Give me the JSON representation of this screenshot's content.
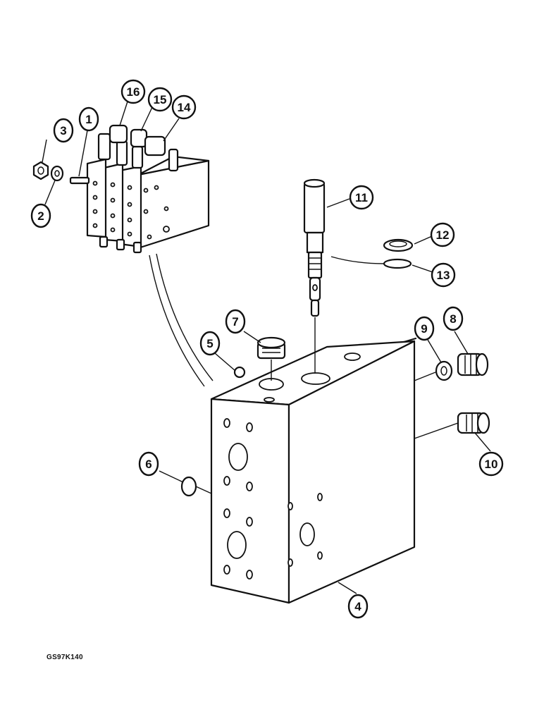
{
  "figure_code": "GS97K140",
  "callouts": [
    {
      "label": "1"
    },
    {
      "label": "2"
    },
    {
      "label": "3"
    },
    {
      "label": "4"
    },
    {
      "label": "5"
    },
    {
      "label": "6"
    },
    {
      "label": "7"
    },
    {
      "label": "8"
    },
    {
      "label": "9"
    },
    {
      "label": "10"
    },
    {
      "label": "11"
    },
    {
      "label": "12"
    },
    {
      "label": "13"
    },
    {
      "label": "14"
    },
    {
      "label": "15"
    },
    {
      "label": "16"
    }
  ],
  "colors": {
    "ink": "#111111",
    "paper": "#ffffff"
  }
}
